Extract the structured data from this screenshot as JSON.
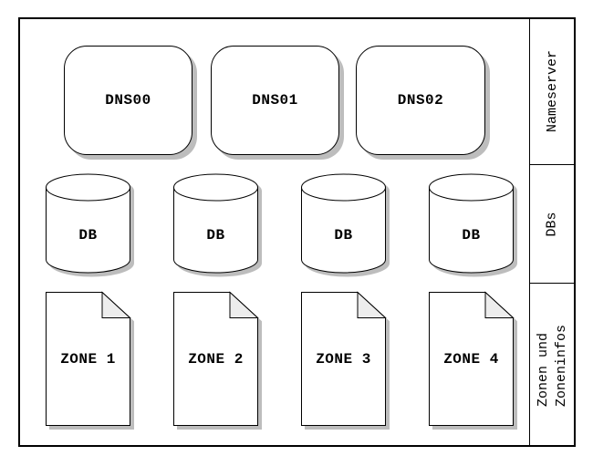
{
  "colors": {
    "stroke": "#000000",
    "node-fill": "#ffffff",
    "fold-fill": "#ededed",
    "shadow": "#bdbdbd",
    "background": "#ffffff"
  },
  "nodes": {
    "nameservers": [
      {
        "label": "DNS00"
      },
      {
        "label": "DNS01"
      },
      {
        "label": "DNS02"
      }
    ],
    "databases": [
      {
        "label": "DB"
      },
      {
        "label": "DB"
      },
      {
        "label": "DB"
      },
      {
        "label": "DB"
      }
    ],
    "zones": [
      {
        "label": "ZONE 1"
      },
      {
        "label": "ZONE 2"
      },
      {
        "label": "ZONE 3"
      },
      {
        "label": "ZONE 4"
      }
    ]
  },
  "sidebar": {
    "sections": [
      {
        "label": "Nameserver"
      },
      {
        "label": "DBs"
      },
      {
        "label": "Zonen und\nZoneninfos"
      }
    ]
  }
}
